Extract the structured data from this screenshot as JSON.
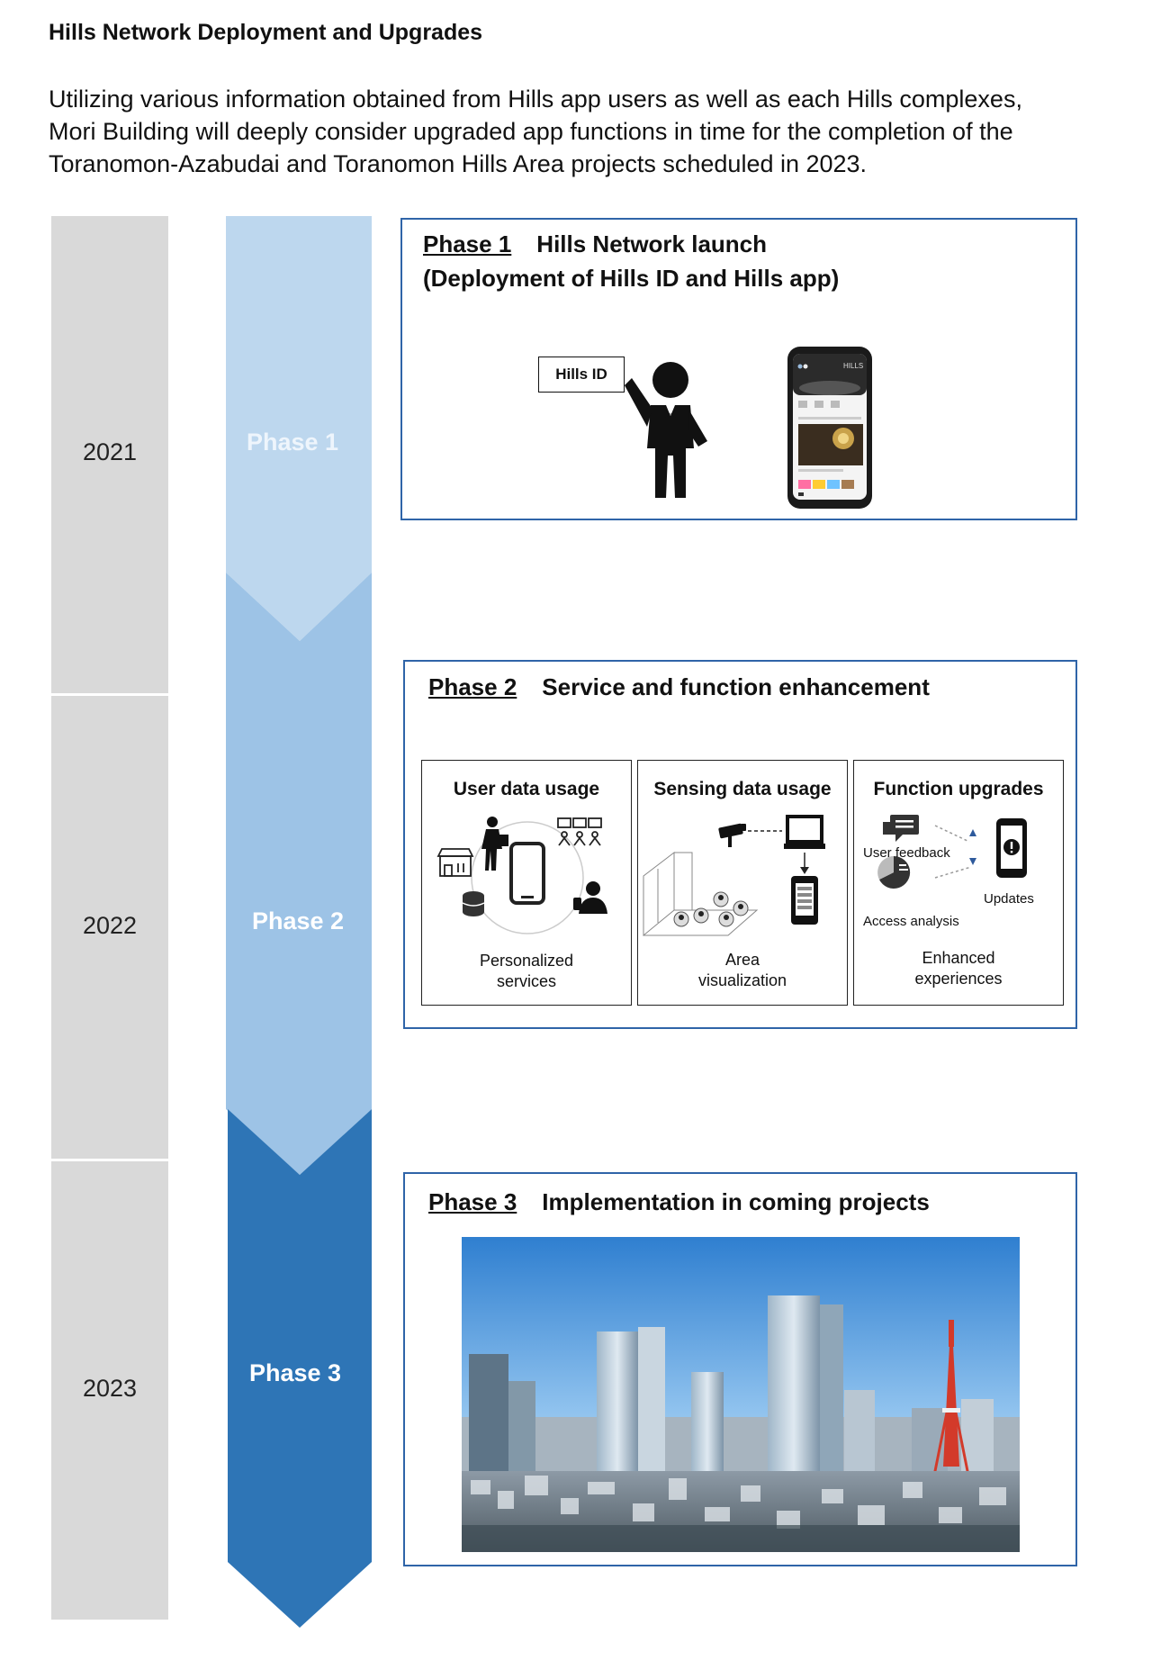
{
  "heading": "Hills Network Deployment and Upgrades",
  "intro_lines": [
    "Utilizing various information obtained from Hills app users as well as each Hills complexes,",
    "Mori Building will deeply consider upgraded app functions in time for the completion of the",
    "Toranomon-Azabudai and Toranomon Hills Area projects scheduled in 2023."
  ],
  "years": [
    "2021",
    "2022",
    "2023"
  ],
  "phases": [
    "Phase 1",
    "Phase 2",
    "Phase 3"
  ],
  "colors": {
    "phase1": "#bdd7ee",
    "phase2": "#9dc3e6",
    "phase3": "#2e75b6",
    "year": "#d9d9d9",
    "panel_border": "#2f64a8"
  },
  "panel1": {
    "num": "Phase 1",
    "name": "Hills Network launch",
    "subtitle": "(Deployment of Hills ID and Hills app)",
    "hills_id_label": "Hills ID",
    "phone_brand": "HILLS"
  },
  "panel2": {
    "num": "Phase 2",
    "name": "Service and function enhancement",
    "boxes": [
      {
        "title": "User data usage",
        "caption": [
          "Personalized",
          "services"
        ]
      },
      {
        "title": "Sensing data usage",
        "caption": [
          "Area",
          "visualization"
        ]
      },
      {
        "title": "Function upgrades",
        "caption": [
          "Enhanced",
          "experiences"
        ]
      }
    ],
    "labels": {
      "user_feedback": "User feedback",
      "updates": "Updates",
      "access_analysis": "Access analysis"
    }
  },
  "panel3": {
    "num": "Phase 3",
    "name": "Implementation in coming projects"
  }
}
